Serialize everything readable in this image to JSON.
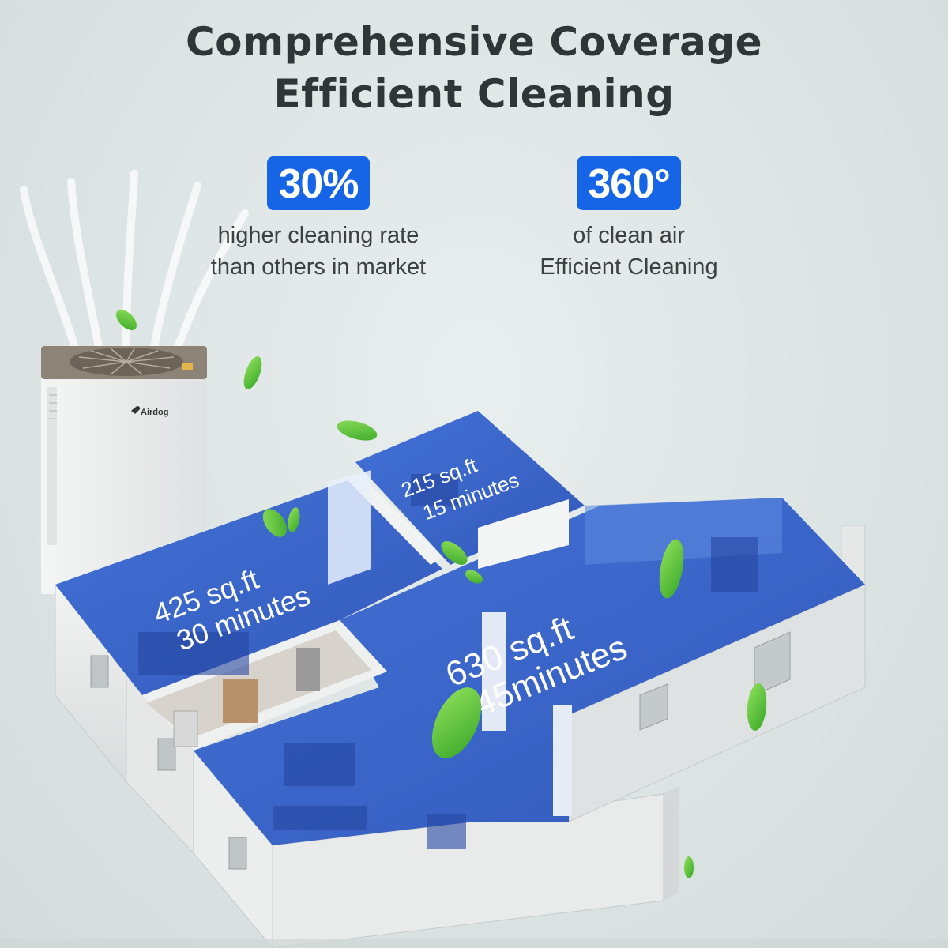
{
  "headline": {
    "line1": "Comprehensive Coverage",
    "line2": "Efficient Cleaning"
  },
  "stats": [
    {
      "value": "30%",
      "line1": "higher cleaning rate",
      "line2": "than others in market"
    },
    {
      "value": "360°",
      "line1": "of clean air",
      "line2": "Efficient Cleaning"
    }
  ],
  "purifier": {
    "brand": "Airdog"
  },
  "rooms": [
    {
      "area": "425 sq.ft",
      "time": "30 minutes"
    },
    {
      "area": "215 sq.ft",
      "time": "15 minutes"
    },
    {
      "area": "630 sq.ft",
      "time": "45minutes"
    }
  ],
  "colors": {
    "accent": "#1665e6",
    "room_blue": "#3b6fd8",
    "leaf_green": "#5cc23a"
  }
}
